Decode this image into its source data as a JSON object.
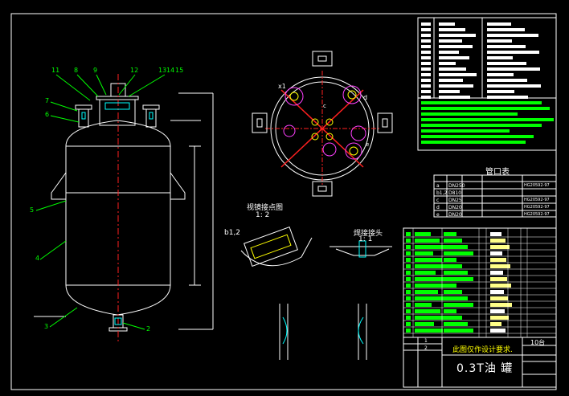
{
  "drawing": {
    "title": "0.3T油 罐",
    "note": "此图仅作设计要求.",
    "qty": "10台"
  },
  "views": {
    "detail_a_title": "视镜接点图",
    "detail_a_scale": "1: 2",
    "detail_a_ref": "b1,2",
    "detail_b_title": "焊接接头",
    "detail_b_scale": "1: 1"
  },
  "nozzle_table": {
    "title": "管口表",
    "rows": [
      {
        "mark": "a",
        "size": "DN250",
        "standard": "HG20592-97"
      },
      {
        "mark": "b1,2",
        "size": "D810",
        "standard": ""
      },
      {
        "mark": "c",
        "size": "DN25",
        "standard": "HG20592-97"
      },
      {
        "mark": "d",
        "size": "DN20",
        "standard": "HG20592-97"
      },
      {
        "mark": "e",
        "size": "DN20",
        "standard": "HG20592-97"
      }
    ]
  },
  "part_labels": {
    "top": [
      "11",
      "8",
      "9",
      "12",
      "13",
      "14",
      "15"
    ],
    "left": [
      "7",
      "6",
      "5",
      "4",
      "3"
    ],
    "bottom": "2",
    "plan": [
      "x1",
      "d",
      "c",
      "e"
    ]
  },
  "revision_rows": [
    "1",
    "2"
  ],
  "colors": {
    "outline": "#ffffff",
    "green": "#00ff00",
    "red": "#ff2020",
    "yellow": "#ffff00",
    "cyan": "#00ffff",
    "magenta": "#ff40ff"
  }
}
